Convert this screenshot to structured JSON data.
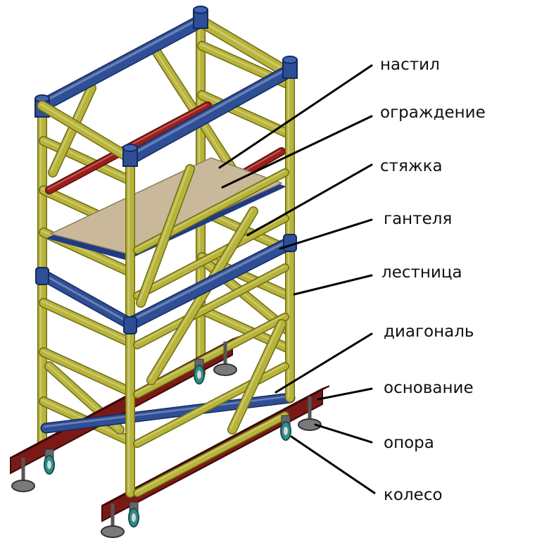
{
  "colors": {
    "frame": "#b8b43a",
    "frame_dark": "#6f6c14",
    "rail": "#2e4f96",
    "rail_dark": "#142a5e",
    "tie": "#9e1f1a",
    "tie_dark": "#5a0e0a",
    "base": "#7a1a17",
    "base_dark": "#3d0806",
    "deck": "#c9b99a",
    "deck_edge": "#1f3c82",
    "wheel": "#2f8f8a",
    "foot": "#7a7a7a"
  },
  "labels": [
    {
      "id": "deck",
      "text": "настил"
    },
    {
      "id": "guard",
      "text": "ограждение"
    },
    {
      "id": "tie",
      "text": "стяжка"
    },
    {
      "id": "dumbbell",
      "text": "гантеля"
    },
    {
      "id": "ladder",
      "text": "лестница"
    },
    {
      "id": "diagonal",
      "text": "диагональ"
    },
    {
      "id": "base",
      "text": "основание"
    },
    {
      "id": "support",
      "text": "опора"
    },
    {
      "id": "wheel",
      "text": "колесо"
    }
  ]
}
